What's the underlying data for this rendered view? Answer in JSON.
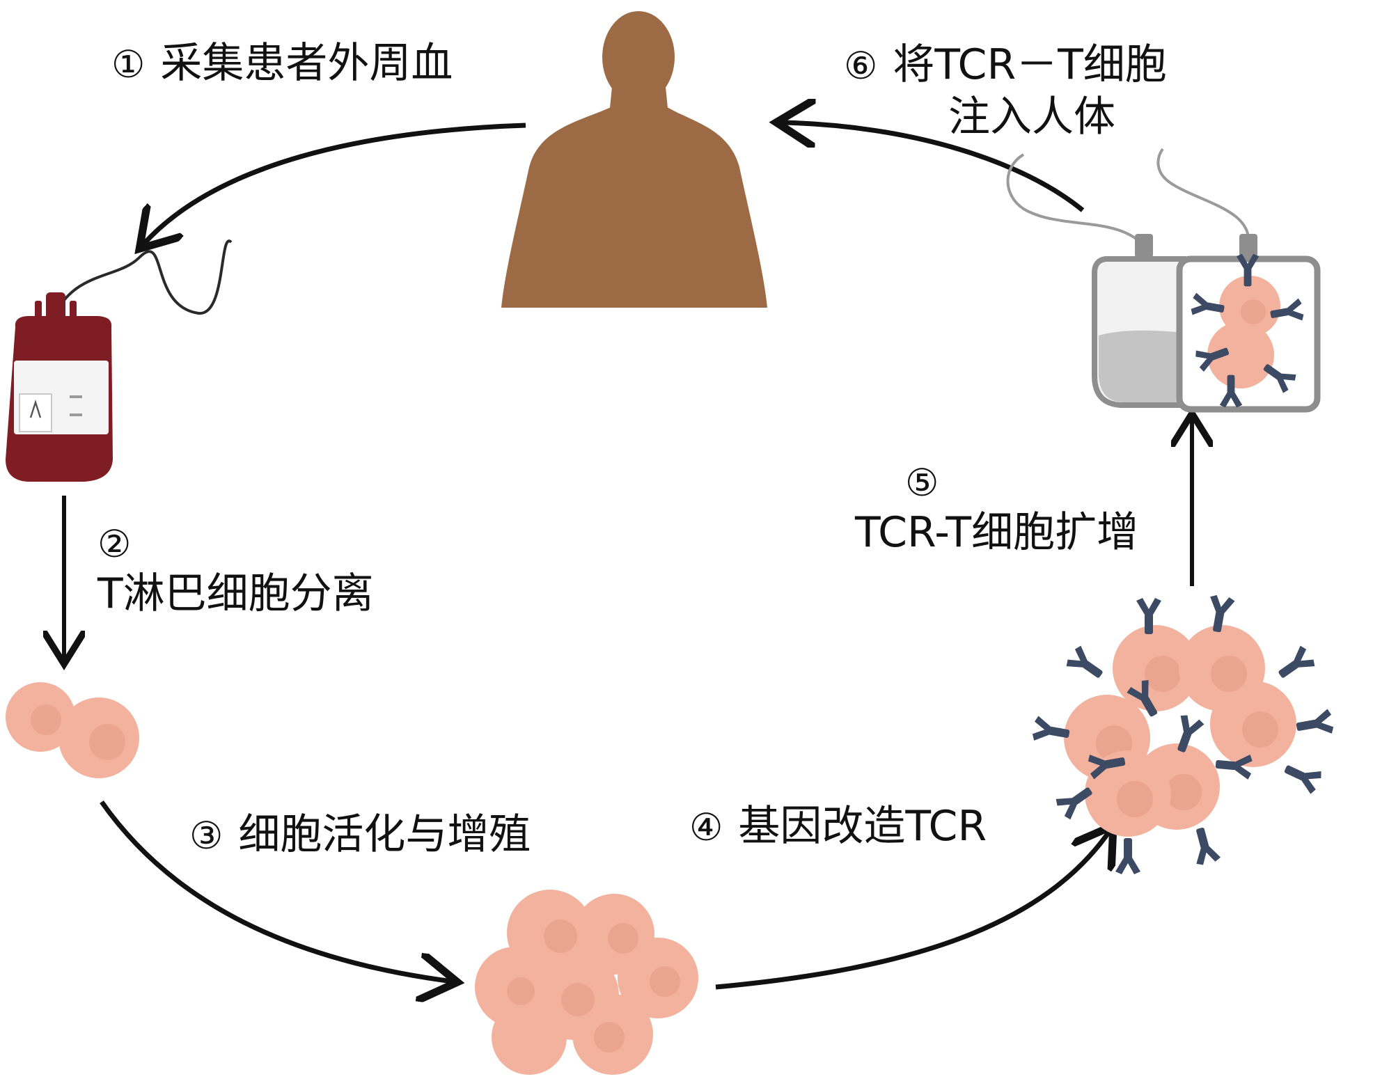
{
  "steps": [
    {
      "num": "①",
      "text": "采集患者外周血"
    },
    {
      "num": "②",
      "text": "T淋巴细胞分离"
    },
    {
      "num": "③",
      "text": "细胞活化与增殖"
    },
    {
      "num": "④",
      "text": "基因改造TCR"
    },
    {
      "num": "⑤",
      "text": "TCR-T细胞扩增"
    },
    {
      "num": "⑥",
      "line1": "将TCR－T细胞",
      "line2": "注入人体"
    }
  ],
  "colors": {
    "skin": "#9C6B46",
    "blood": "#7E1E24",
    "cell": "#F2B29E",
    "cell_core": "#E39A86",
    "receptor": "#3D4A63",
    "bag_outline": "#8E8E8E",
    "arrow": "#111111"
  },
  "icons": [
    "human-silhouette-icon",
    "blood-bag-icon",
    "t-cell-pair-icon",
    "cell-cluster-icon",
    "tcr-cell-cluster-icon",
    "infusion-bag-icon"
  ]
}
